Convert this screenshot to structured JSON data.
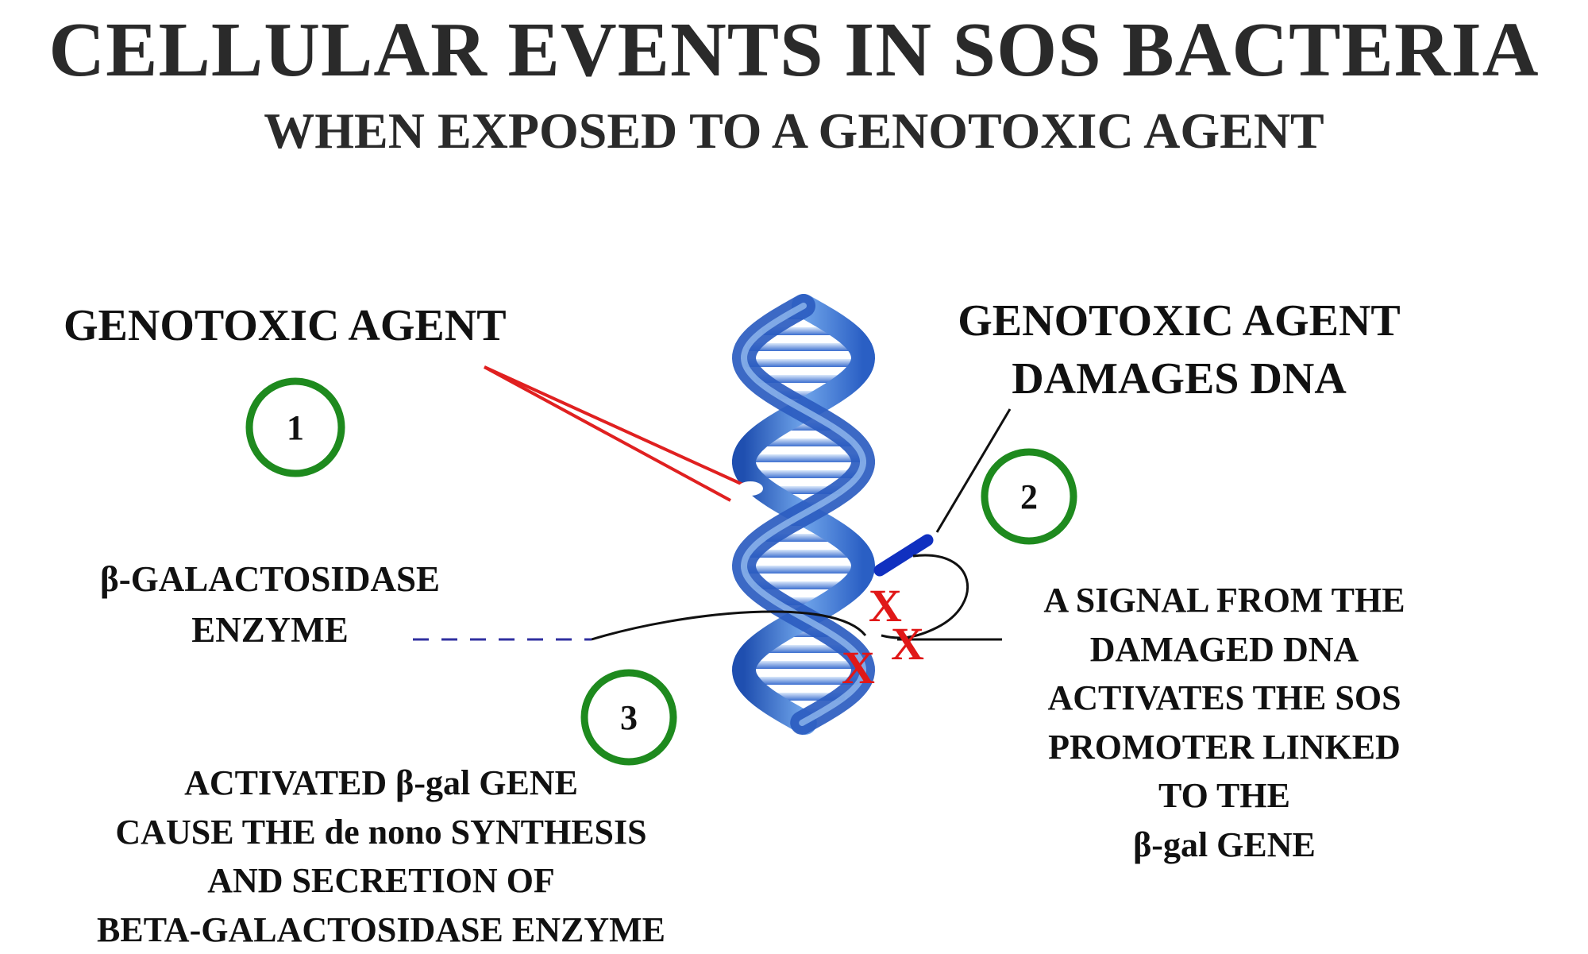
{
  "header": {
    "title": "CELLULAR EVENTS IN SOS BACTERIA",
    "subtitle": "WHEN EXPOSED TO A GENOTOXIC AGENT"
  },
  "labels": {
    "genotoxic_agent": "GENOTOXIC AGENT",
    "damages_line1": "GENOTOXIC AGENT",
    "damages_line2": "DAMAGES DNA",
    "enzyme_line1": "β-GALACTOSIDASE",
    "enzyme_line2": "ENZYME",
    "signal_lines": [
      "A SIGNAL FROM THE",
      "DAMAGED DNA",
      "ACTIVATES THE SOS",
      "PROMOTER LINKED",
      "TO THE",
      "β-gal GENE"
    ],
    "activated_lines": [
      "ACTIVATED β-gal GENE",
      "CAUSE THE de nono SYNTHESIS",
      "AND SECRETION OF",
      "BETA-GALACTOSIDASE ENZYME"
    ]
  },
  "steps": [
    {
      "number": "1"
    },
    {
      "number": "2"
    },
    {
      "number": "3"
    }
  ],
  "damage_marks": [
    "X",
    "X",
    "X"
  ],
  "colors": {
    "step_circle": "#1e8a1e",
    "pointer_red": "#e02020",
    "damage_mark": "#e01818",
    "dna_dark": "#1f4fb0",
    "dna_light": "#7fb0ee",
    "agent_blue": "#1030c0",
    "dashed_line": "#3030a0"
  }
}
